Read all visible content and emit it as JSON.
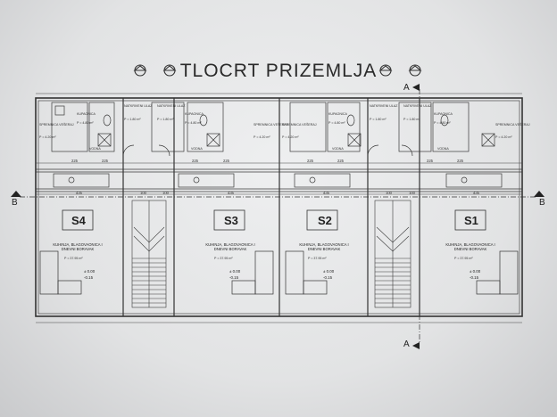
{
  "title": "TLOCRT PRIZEMLJA",
  "section_marks": [
    "A",
    "A",
    "B",
    "B"
  ],
  "units": [
    {
      "name": "S4",
      "room": "KUHINJA, BLAGOVAONICA I DNEVNI BORAVAK",
      "area": "P = 37.95 m²",
      "level_1": "± 0.00",
      "level_2": "-0.15",
      "bath": "KUPAONICA",
      "bath_area": "P = 4.80 m²",
      "storage": "SPREMNICA VEŠERAJ",
      "storage_area": "P = 4.20 m²",
      "entry": "NATKRIVENI ULAZ",
      "entry_area": "P = 1.80 m²",
      "vent": "VODNA"
    },
    {
      "name": "S3",
      "room": "KUHINJA, BLAGOVAONICA I DNEVNI BORAVAK",
      "area": "P = 37.95 m²",
      "level_1": "± 0.00",
      "level_2": "-0.15",
      "bath": "KUPAONICA",
      "bath_area": "P = 4.80 m²",
      "storage": "SPREMNICA VEŠERAJ",
      "storage_area": "P = 4.20 m²",
      "entry": "NATKRIVENI ULAZ",
      "entry_area": "P = 1.80 m²",
      "vent": "VODNA"
    },
    {
      "name": "S2",
      "room": "KUHINJA, BLAGOVAONICA I DNEVNI BORAVAK",
      "area": "P = 37.95 m²",
      "level_1": "± 0.00",
      "level_2": "-0.15",
      "bath": "KUPAONICA",
      "bath_area": "P = 4.80 m²",
      "storage": "SPREMNICA VEŠERAJ",
      "storage_area": "P = 4.20 m²",
      "entry": "NATKRIVENI ULAZ",
      "entry_area": "P = 1.80 m²",
      "vent": "VODNA"
    },
    {
      "name": "S1",
      "room": "KUHINJA, BLAGOVAONICA I DNEVNI BORAVAK",
      "area": "P = 37.95 m²",
      "level_1": "± 0.00",
      "level_2": "-0.15",
      "bath": "KUPAONICA",
      "bath_area": "P = 4.80 m²",
      "storage": "SPREMNICA VEŠERAJ",
      "storage_area": "P = 4.20 m²",
      "entry": "NATKRIVENI ULAZ",
      "entry_area": "P = 1.80 m²",
      "vent": "VODNA"
    }
  ],
  "dimensions": {
    "top": [
      "225",
      "225",
      "225",
      "225",
      "225",
      "225",
      "225",
      "225"
    ],
    "mid": [
      "435",
      "100",
      "100",
      "435",
      "435",
      "100",
      "100",
      "435"
    ]
  },
  "colors": {
    "line": "#3a3a3a",
    "paper": "#e6e7e8"
  }
}
